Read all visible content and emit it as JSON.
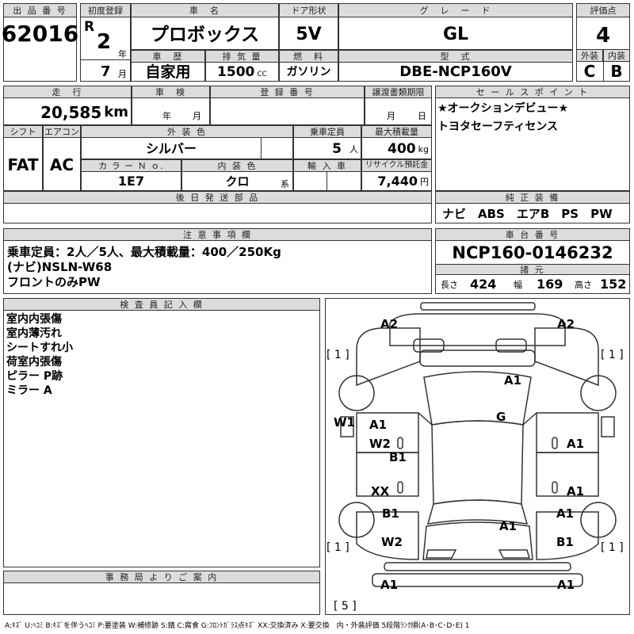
{
  "labels": {
    "lot_number": "出 品 番 号",
    "first_registration": "初度登録",
    "car_name": "車　名",
    "door": "ドア形状",
    "grade": "グ　レ　ー　ド",
    "score": "評価点",
    "history": "車　歴",
    "displacement": "排 気 量",
    "fuel": "燃　料",
    "model_code": "型　式",
    "exterior": "外装",
    "interior": "内装",
    "mileage": "走　行",
    "inspection": "車　検",
    "registration_number": "登 録 番 号",
    "transfer_deadline": "譲渡書類期限",
    "sales_point": "セ ー ル ス ポ イ ン ト",
    "shift": "シフト",
    "aircon": "エアコン",
    "exterior_color": "外 装 色",
    "capacity": "乗車定員",
    "max_load": "最大積載量",
    "color_no": "カ ラ ー Ｎ ｏ.",
    "interior_color": "内 装 色",
    "import": "輸 入 車",
    "recycle": "リサイクル預託金",
    "later_parts": "後 日 発 送 部 品",
    "genuine_equipment": "純 正 装 備",
    "notes": "注 意 事 項 欄",
    "chassis_number": "車 台 番 号",
    "specs": "諸 元",
    "inspector_notes": "検 査 員 記 入 欄",
    "office_notes": "事 務 局 よ り ご 案 内"
  },
  "vehicle": {
    "lot_number": "62016",
    "era": "R",
    "year": "2",
    "year_unit": "年",
    "month": "7",
    "month_unit": "月",
    "car_name": "プロボックス",
    "door": "5V",
    "grade": "GL",
    "score": "4",
    "history": "自家用",
    "displacement": "1500",
    "displacement_unit": "CC",
    "fuel": "ガソリン",
    "model_code": "DBE-NCP160V",
    "exterior_grade": "C",
    "interior_grade": "B",
    "mileage": "20,585",
    "mileage_unit": "km",
    "inspection_year_unit": "年",
    "inspection_month_unit": "月",
    "transfer_month_unit": "月",
    "transfer_day_unit": "日",
    "shift": "FAT",
    "aircon": "AC",
    "exterior_color": "シルバー",
    "capacity": "5",
    "capacity_unit": "人",
    "max_load": "400",
    "max_load_unit": "kg",
    "color_no": "1E7",
    "interior_color": "クロ",
    "interior_color_unit": "系",
    "recycle": "7,440",
    "recycle_unit": "円",
    "genuine_equipment": "ナビ　ABS　エアB　PS　PW",
    "chassis_number": "NCP160-0146232",
    "length_label": "長さ",
    "length": "424",
    "width_label": "幅",
    "width": "169",
    "height_label": "高さ",
    "height": "152"
  },
  "sales_points": [
    "★オークションデビュー★",
    "トヨタセーフティセンス"
  ],
  "notes_lines": [
    "乗車定員：2人／5人、最大積載量：400／250Kg",
    "(ナビ)NSLN-W68",
    "フロントのみPW"
  ],
  "inspector_lines": [
    "室内内張傷",
    "室内薄汚れ",
    "シートすれ小",
    "荷室内張傷",
    "ピラー P跡",
    "ミラー A"
  ],
  "diagram": {
    "tire_tread": [
      "[ 1 ]",
      "[ 1 ]",
      "[ 1 ]",
      "[ 1 ]",
      "[ 5 ]"
    ],
    "damage_marks": [
      "A2",
      "A2",
      "A1",
      "G",
      "W1",
      "A1",
      "W2",
      "B1",
      "A1",
      "XX",
      "A1",
      "B1",
      "A1",
      "A1",
      "W2",
      "B1",
      "A1",
      "A1"
    ]
  },
  "legend": "A:ｷｽﾞ U:ﾍｺﾐ B:ｷｽﾞを伴うﾍｺﾐ P:要塗装 W:補修跡 S:錆 C:腐食 G:ﾌﾛﾝﾄｶﾞﾗｽ点ｷｽﾞ XX:交換済み X:要交換　内・外装評価 5段階ﾗﾝｸ順(A･B･C･D･E) 1"
}
